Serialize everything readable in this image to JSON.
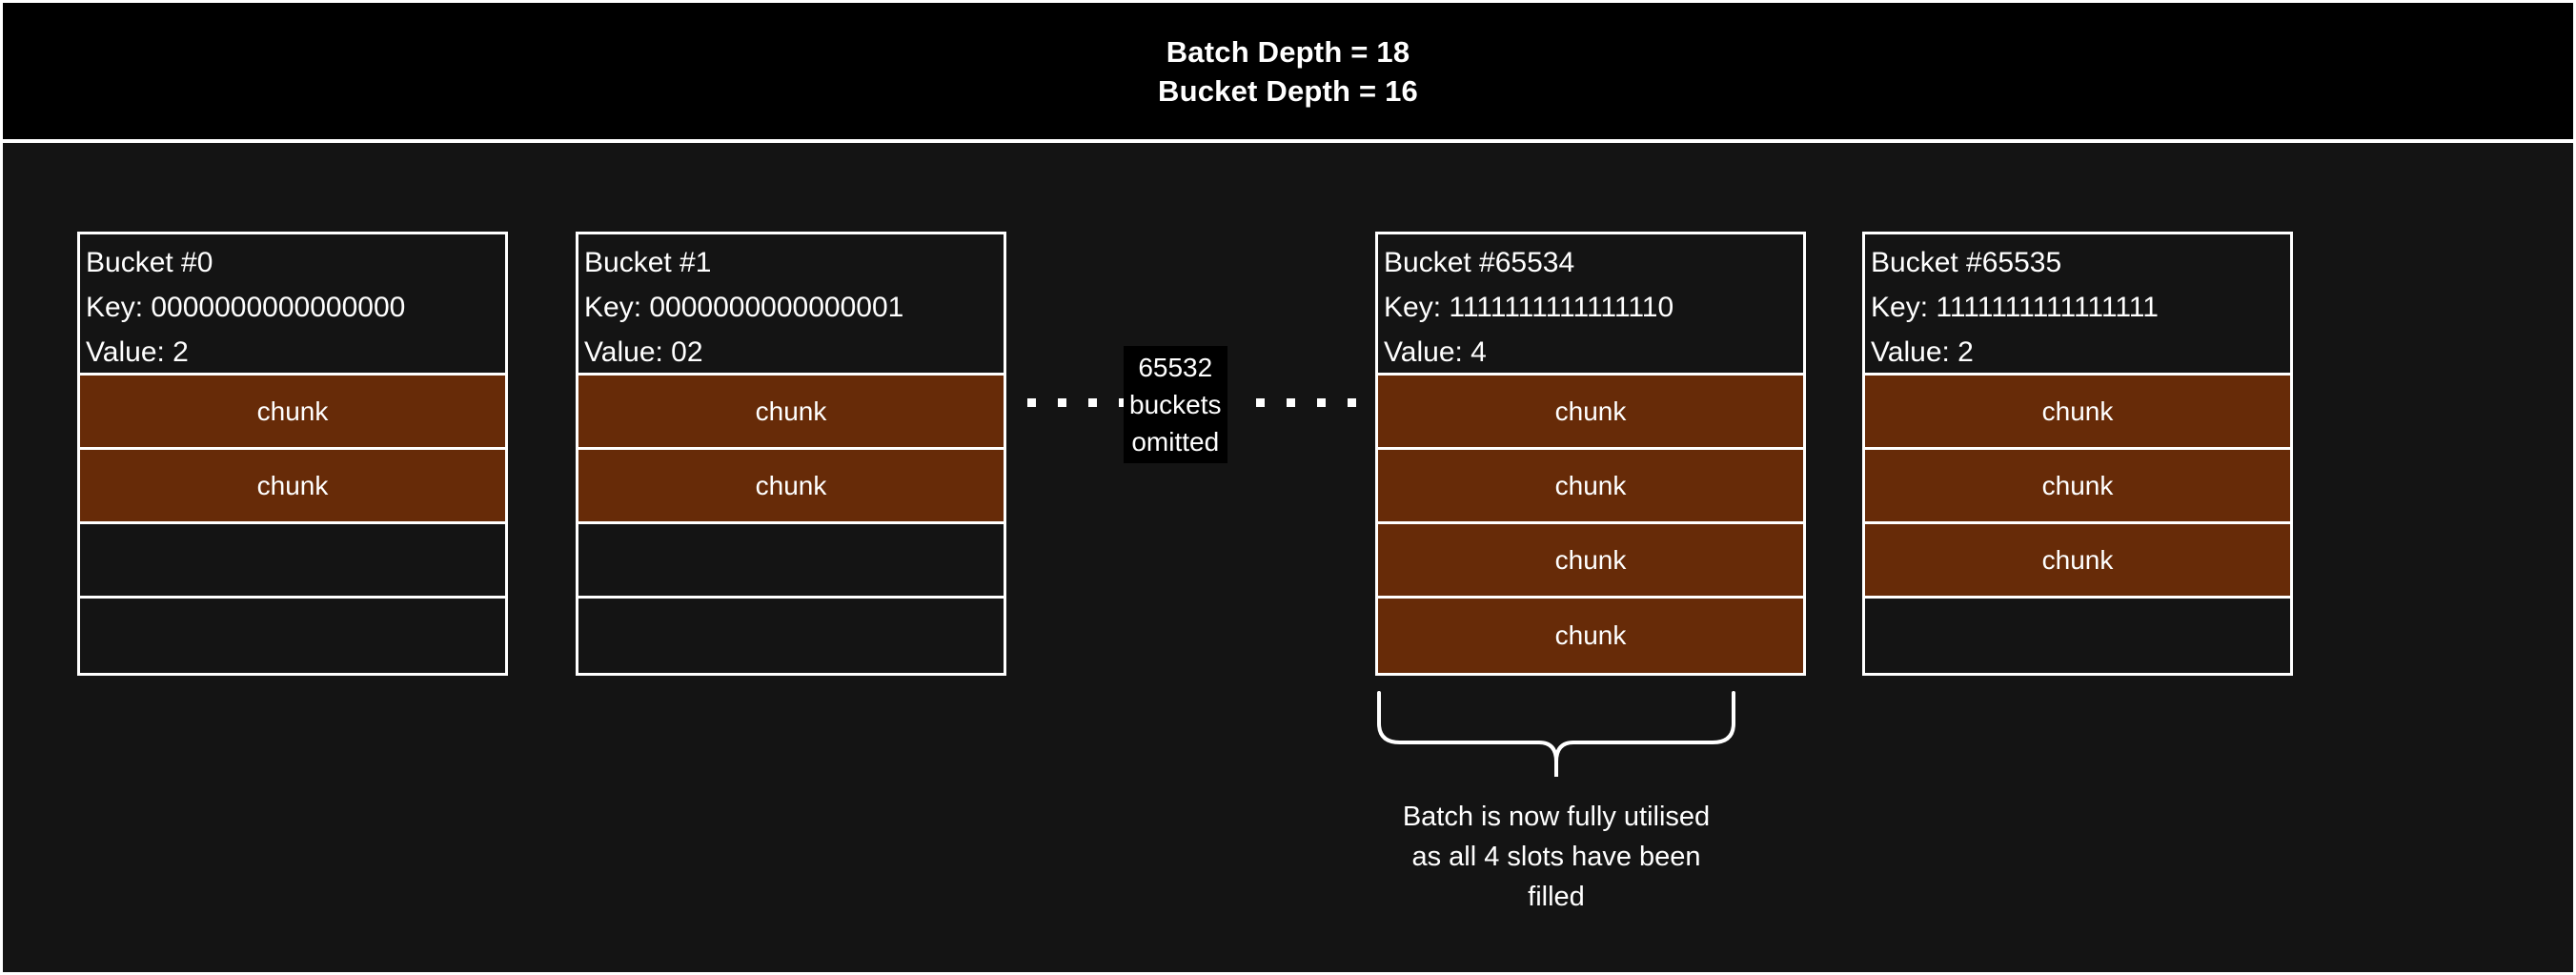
{
  "header": {
    "line1": "Batch Depth = 18",
    "line2": "Bucket Depth = 16"
  },
  "buckets": [
    {
      "title": "Bucket #0",
      "key_line": "Key: 0000000000000000",
      "value_line": "Value: 2",
      "slots": [
        {
          "label": "chunk",
          "filled": true
        },
        {
          "label": "chunk",
          "filled": true
        },
        {
          "label": "",
          "filled": false
        },
        {
          "label": "",
          "filled": false
        }
      ]
    },
    {
      "title": "Bucket #1",
      "key_line": "Key: 0000000000000001",
      "value_line": "Value: 02",
      "slots": [
        {
          "label": "chunk",
          "filled": true
        },
        {
          "label": "chunk",
          "filled": true
        },
        {
          "label": "",
          "filled": false
        },
        {
          "label": "",
          "filled": false
        }
      ]
    },
    {
      "title": "Bucket #65534",
      "key_line": "Key: 1111111111111110",
      "value_line": "Value: 4",
      "slots": [
        {
          "label": "chunk",
          "filled": true
        },
        {
          "label": "chunk",
          "filled": true
        },
        {
          "label": "chunk",
          "filled": true
        },
        {
          "label": "chunk",
          "filled": true
        }
      ]
    },
    {
      "title": "Bucket #65535",
      "key_line": "Key: 1111111111111111",
      "value_line": "Value: 2",
      "slots": [
        {
          "label": "chunk",
          "filled": true
        },
        {
          "label": "chunk",
          "filled": true
        },
        {
          "label": "chunk",
          "filled": true
        },
        {
          "label": "",
          "filled": false
        }
      ]
    }
  ],
  "omitted": {
    "count_line": "65532",
    "noun_line": "buckets",
    "verb_line": "omitted"
  },
  "caption": {
    "line1": "Batch is now fully utilised",
    "line2": "as all 4 slots have been",
    "line3": "filled"
  },
  "colors": {
    "background": "#141414",
    "header_background": "#000000",
    "chunk_fill": "#672b08",
    "stroke": "#ffffff",
    "text": "#ffffff"
  }
}
